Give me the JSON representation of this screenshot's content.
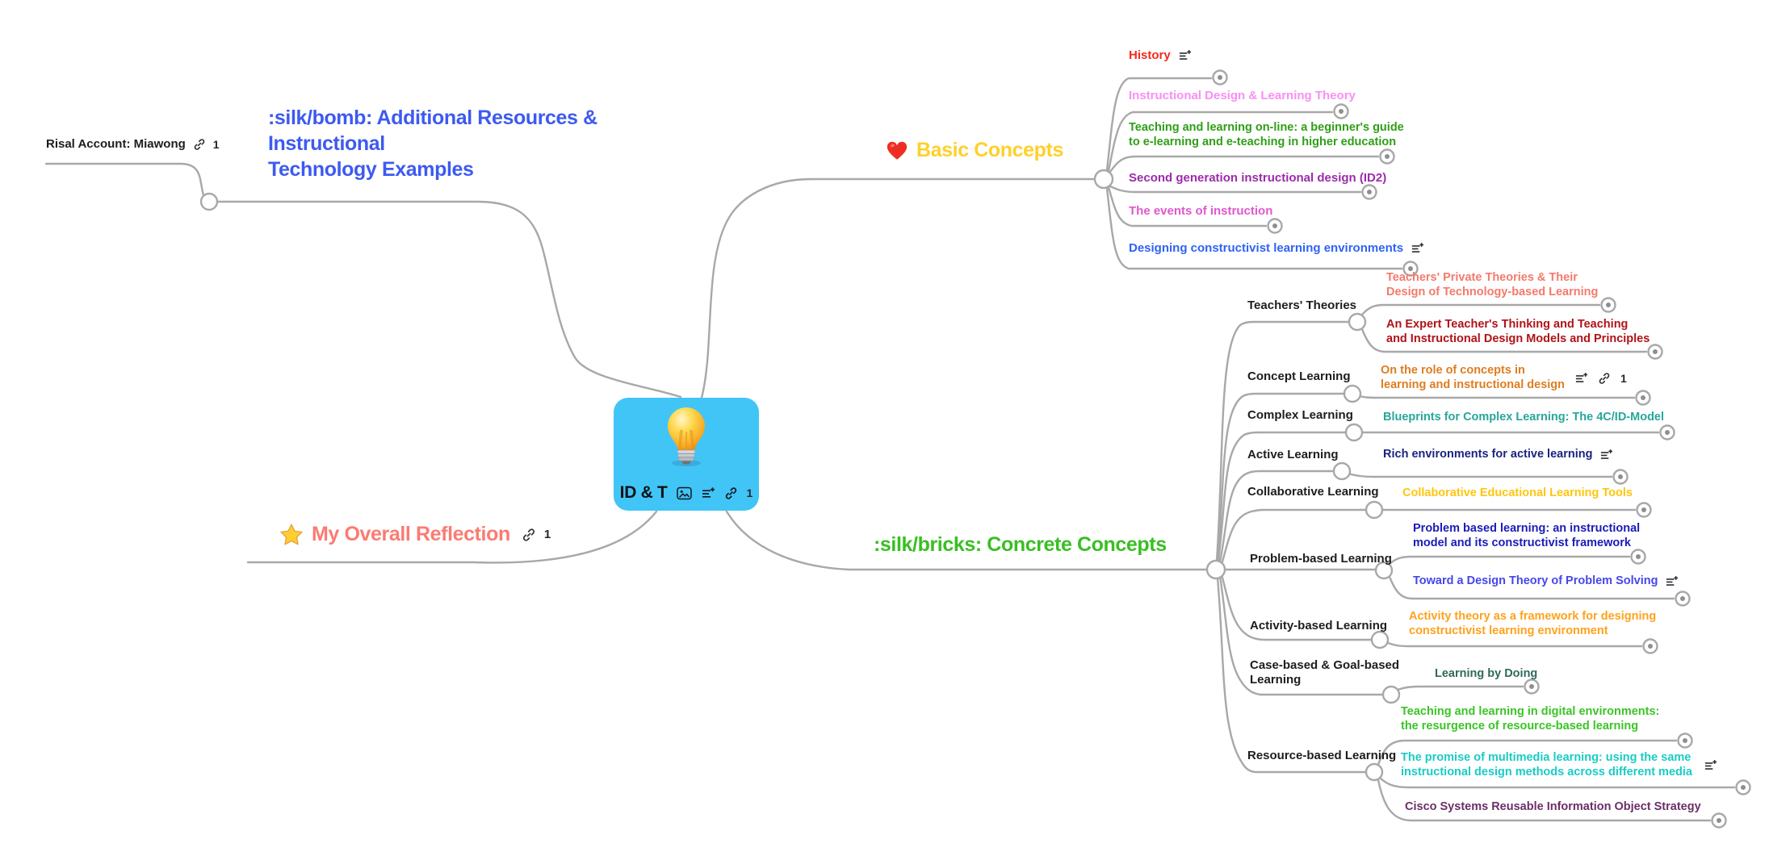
{
  "root": {
    "title": "ID & T",
    "link_count": "1",
    "node_color": "#41C5F7"
  },
  "branch_resources": {
    "lines": [
      ":silk/bomb: Additional Resources &",
      "Instructional",
      "Technology Examples"
    ],
    "color": "#3D5AF0",
    "children": [
      {
        "label": "Risal Account: Miawong",
        "color": "#1D1D1F",
        "link_count": "1"
      }
    ]
  },
  "branch_basic": {
    "label": "Basic Concepts",
    "emoji": "red-heart",
    "color": "#FFD02C",
    "heart_color": "#EE2E24",
    "children": [
      {
        "label": "History",
        "color": "#F5291D",
        "has_note": true
      },
      {
        "label": "Instructional Design & Learning Theory",
        "color": "#F98FF3"
      },
      {
        "lines": [
          "Teaching and learning on-line: a beginner's guide",
          "to e-learning and e-teaching in higher education"
        ],
        "color": "#2F9E16"
      },
      {
        "label": "Second generation instructional design (ID2)",
        "color": "#9C2BAB"
      },
      {
        "label": "The events of instruction",
        "color": "#DF58CC"
      },
      {
        "label": "Designing constructivist learning environments",
        "color": "#2F62F5",
        "has_note": true
      }
    ]
  },
  "branch_reflection": {
    "label": "My Overall Reflection",
    "emoji": "star",
    "color": "#FB7B72",
    "star_color": "#FFCE31",
    "link_count": "1"
  },
  "branch_concrete": {
    "label": ":silk/bricks: Concrete Concepts",
    "color": "#38BF22",
    "topics": [
      {
        "label": "Teachers' Theories",
        "children": [
          {
            "lines": [
              "Teachers' Private Theories & Their",
              "Design of Technology-based Learning"
            ],
            "color": "#F47A6C"
          },
          {
            "lines": [
              "An Expert Teacher's Thinking and Teaching",
              "and Instructional Design Models and Principles"
            ],
            "color": "#AF1318"
          }
        ]
      },
      {
        "label": "Concept Learning",
        "children": [
          {
            "lines": [
              "On the role of concepts in",
              "learning and instructional design"
            ],
            "color": "#DE7D21",
            "has_note": true,
            "link_count": "1"
          }
        ]
      },
      {
        "label": "Complex Learning",
        "children": [
          {
            "label": "Blueprints for Complex Learning: The 4C/ID-Model",
            "color": "#27A79B"
          }
        ]
      },
      {
        "label": "Active Learning",
        "children": [
          {
            "label": "Rich environments for active learning",
            "color": "#1A2480",
            "has_note": true
          }
        ]
      },
      {
        "label": "Collaborative Learning",
        "children": [
          {
            "label": "Collaborative Educational Learning Tools",
            "color": "#FFC60D"
          }
        ]
      },
      {
        "label": "Problem-based Learning",
        "children": [
          {
            "lines": [
              "Problem based learning: an instructional",
              "model and its constructivist framework"
            ],
            "color": "#1A1CB8"
          },
          {
            "label": "Toward a Design Theory of Problem Solving",
            "color": "#4646EB",
            "has_note": true
          }
        ]
      },
      {
        "label": "Activity-based Learning",
        "children": [
          {
            "lines": [
              "Activity theory as a framework for designing",
              "constructivist learning environment"
            ],
            "color": "#FFA21C"
          }
        ]
      },
      {
        "label": "Case-based & Goal-based Learning",
        "lines": [
          "Case-based & Goal-based",
          "Learning"
        ],
        "children": [
          {
            "label": "Learning by Doing",
            "color": "#2F6A5C"
          }
        ]
      },
      {
        "label": "Resource-based Learning",
        "children": [
          {
            "lines": [
              "Teaching and learning in digital environments:",
              "the resurgence of resource-based learning"
            ],
            "color": "#3AC426"
          },
          {
            "lines": [
              "The promise of multimedia learning: using the same",
              "instructional design methods across different media"
            ],
            "color": "#19CCC5",
            "has_note": true
          },
          {
            "label": "Cisco Systems Reusable Information Object Strategy",
            "color": "#6B2F67"
          }
        ]
      }
    ]
  }
}
